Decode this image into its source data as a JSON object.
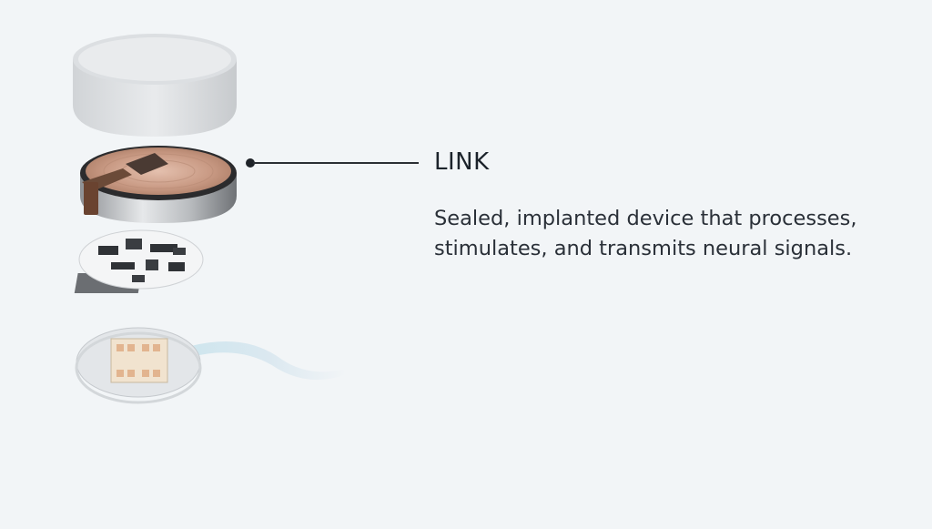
{
  "feature": {
    "title": "LINK",
    "description": "Sealed, implanted device that processes, stimulates, and transmits neural signals."
  },
  "illustration": {
    "layers": [
      "enclosure-cap",
      "battery-coil",
      "circuit-board",
      "thread-interface"
    ],
    "colors": {
      "background": "#f2f5f7",
      "copper": "#c99a84",
      "text": "#1c232b"
    }
  }
}
